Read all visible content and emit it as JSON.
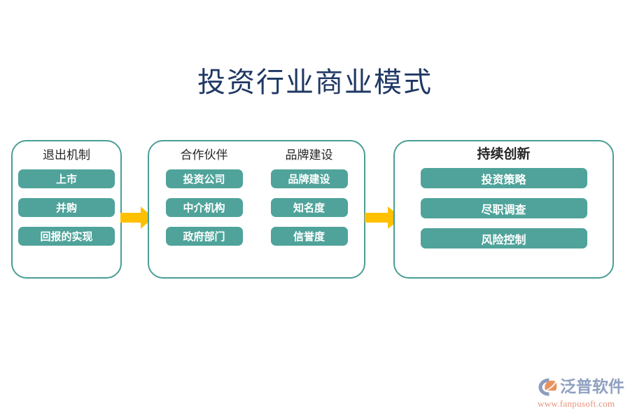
{
  "title": "投资行业商业模式",
  "colors": {
    "title_text": "#1f3864",
    "panel_border": "#4a9e94",
    "chip_fill": "#4fa39a",
    "chip_text": "#ffffff",
    "arrow": "#ffc000",
    "header_text": "#262626",
    "logo_word": "#8fa0c0",
    "logo_url": "#e8927c",
    "logo_mark_blue": "#8d9cbe",
    "logo_mark_orange": "#e8935f",
    "background": "#ffffff"
  },
  "panels": [
    {
      "id": "panel-1",
      "columns": [
        {
          "head": "退出机制",
          "chips": [
            "上市",
            "并购",
            "回报的实现"
          ]
        }
      ]
    },
    {
      "id": "panel-2",
      "columns": [
        {
          "head": "合作伙伴",
          "chips": [
            "投资公司",
            "中介机构",
            "政府部门"
          ]
        },
        {
          "head": "品牌建设",
          "chips": [
            "品牌建设",
            "知名度",
            "信誉度"
          ]
        }
      ]
    },
    {
      "id": "panel-3",
      "columns": [
        {
          "head": "持续创新",
          "chips": [
            "投资策略",
            "尽职调查",
            "风险控制"
          ]
        }
      ]
    }
  ],
  "arrows": [
    {
      "name": "arrow-panel1-to-panel2",
      "direction": "right"
    },
    {
      "name": "arrow-panel2-to-panel3",
      "direction": "right"
    }
  ],
  "logo": {
    "word": "泛普软件",
    "url": "www.fanpusoft.com"
  }
}
